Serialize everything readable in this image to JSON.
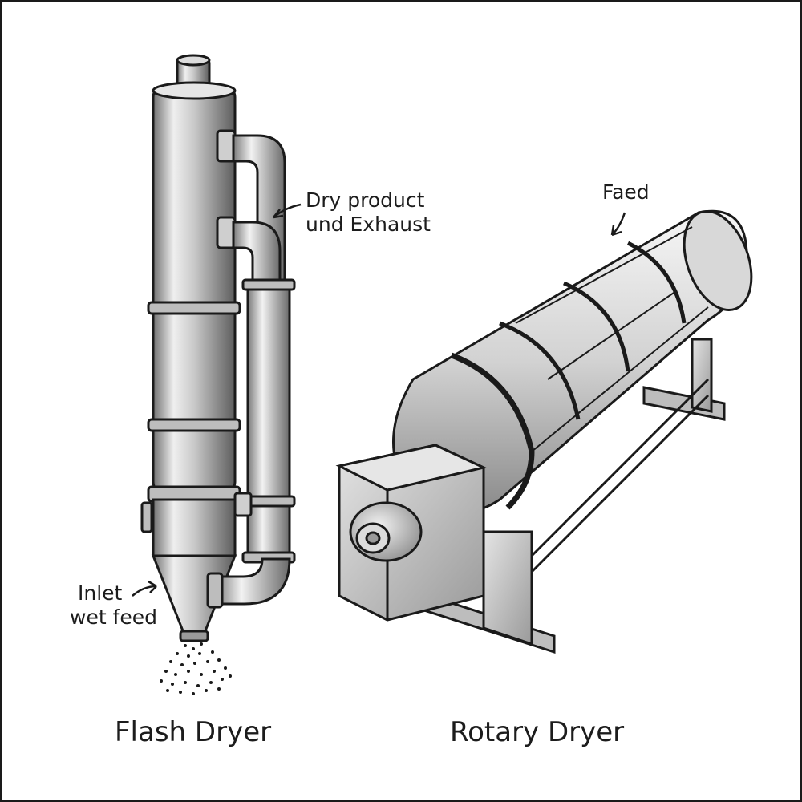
{
  "flash_dryer": {
    "title": "Flash Dryer",
    "annotation_top_line1": "Dry product",
    "annotation_top_line2": "und Exhaust",
    "annotation_bottom_line1": "Inlet",
    "annotation_bottom_line2": "wet feed"
  },
  "rotary_dryer": {
    "title": "Rotary Dryer",
    "annotation_feed": "Faed"
  },
  "colors": {
    "ink": "#1a1a1a",
    "metal_light": "#e9e9e9",
    "metal_mid": "#b8b8b8",
    "metal_dark": "#6f6f6f"
  }
}
